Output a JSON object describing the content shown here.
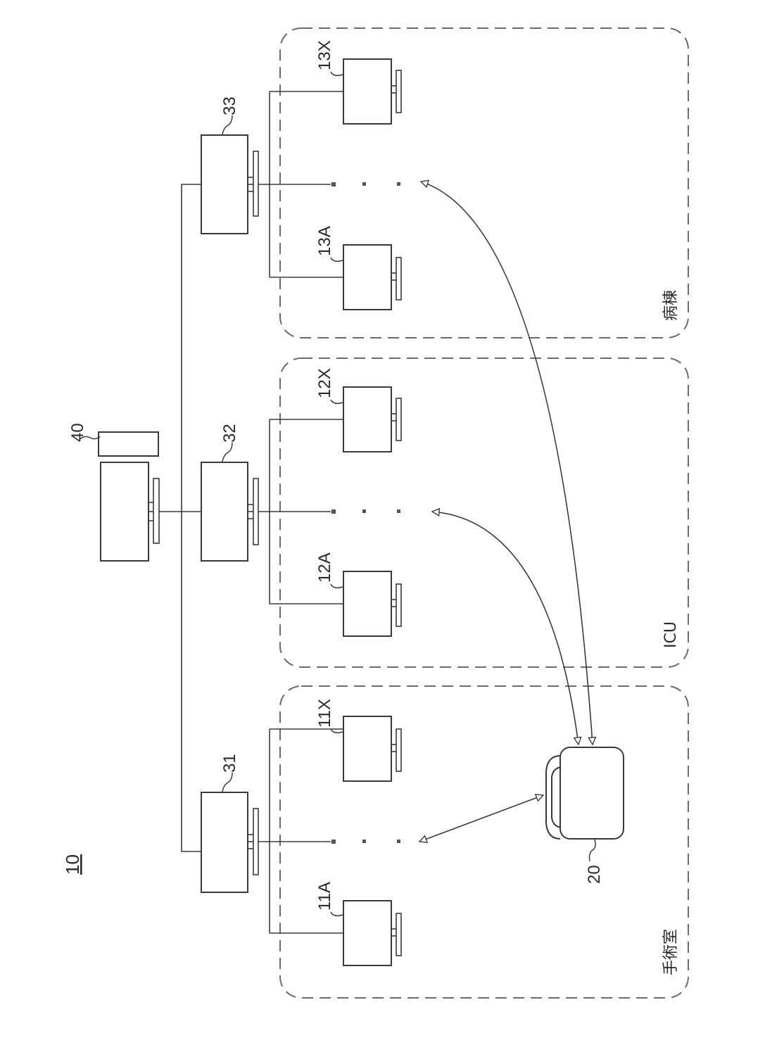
{
  "figure_number": "10",
  "server": {
    "ref": "40"
  },
  "hubs": [
    {
      "ref": "31"
    },
    {
      "ref": "32"
    },
    {
      "ref": "33"
    }
  ],
  "zones": [
    {
      "label": "手術室"
    },
    {
      "label": "ICU"
    },
    {
      "label": "病棟"
    }
  ],
  "monitors": [
    {
      "ref": "11A"
    },
    {
      "ref": "11X"
    },
    {
      "ref": "12A"
    },
    {
      "ref": "12X"
    },
    {
      "ref": "13A"
    },
    {
      "ref": "13X"
    }
  ],
  "portable_device": {
    "ref": "20"
  }
}
